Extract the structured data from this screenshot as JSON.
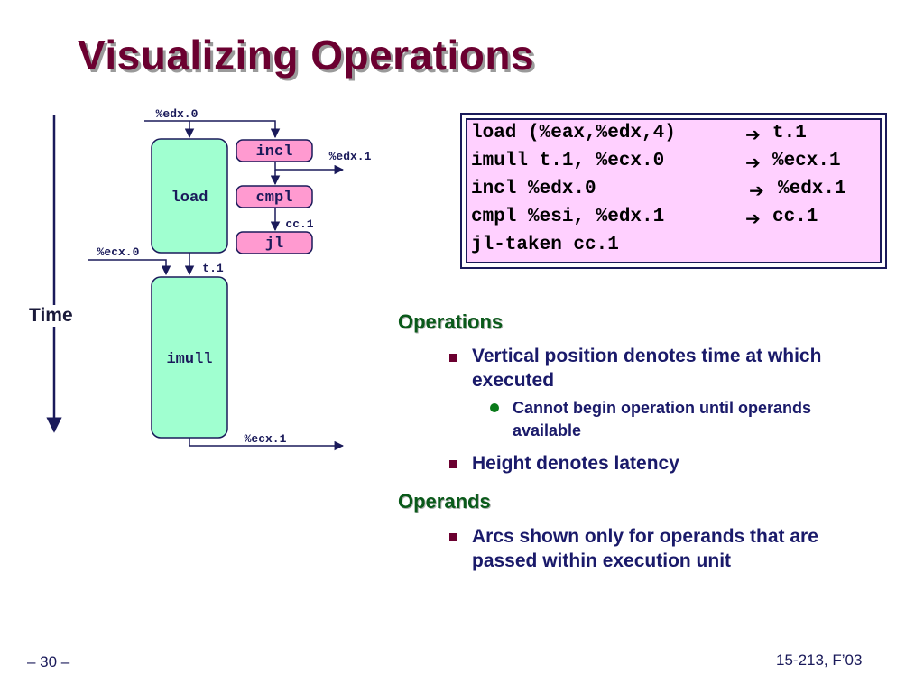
{
  "slide": {
    "title": "Visualizing Operations",
    "page_number": "– 30 –",
    "course": "15-213, F’03"
  },
  "diagram": {
    "time_label": "Time",
    "ops": {
      "load": "load",
      "imull": "imull",
      "incl": "incl",
      "cmpl": "cmpl",
      "jl": "jl"
    },
    "operands": {
      "edx0": "%edx.0",
      "edx1": "%edx.1",
      "cc1": "cc.1",
      "ecx0": "%ecx.0",
      "t1": "t.1",
      "ecx1": "%ecx.1"
    },
    "colors": {
      "long_op_fill": "#a0ffd0",
      "short_op_fill": "#ff9ad0",
      "line": "#1a1a5a"
    }
  },
  "code": {
    "lines": [
      {
        "instr": "load (%eax,%edx,4)",
        "dest": "t.1"
      },
      {
        "instr": "imull t.1, %ecx.0",
        "dest": "%ecx.1"
      },
      {
        "instr": "incl %edx.0",
        "dest": "%edx.1"
      },
      {
        "instr": "cmpl %esi, %edx.1",
        "dest": "cc.1"
      },
      {
        "instr": "jl-taken cc.1",
        "dest": ""
      }
    ],
    "arrow_icon": "right-arrow-icon"
  },
  "notes": {
    "operations_heading": "Operations",
    "operations_bullets": [
      "Vertical position denotes time at which executed",
      "Height denotes latency"
    ],
    "operations_sub": "Cannot begin operation until operands available",
    "operands_heading": "Operands",
    "operands_bullets": [
      "Arcs shown only for operands that are passed within execution unit"
    ]
  }
}
